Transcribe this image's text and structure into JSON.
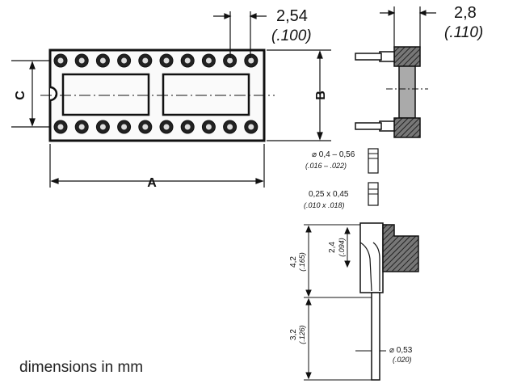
{
  "top_view": {
    "pitch": "2,54",
    "pitch_inch": "(.100)",
    "label_a": "A",
    "label_b": "B",
    "label_c": "C"
  },
  "side_view": {
    "width": "2,8",
    "width_inch": "(.110)"
  },
  "pin_detail": {
    "diameter": "⌀ 0,4 – 0,56",
    "diameter_inch": "(.016 – .022)",
    "section": "0,25 x 0,45",
    "section_inch": "(.010 x .018)",
    "h1": "2,4",
    "h1_inch": "(.094)",
    "h2": "4,2",
    "h2_inch": "(.165)",
    "h3": "3,2",
    "h3_inch": "(.126)",
    "tail_diameter": "⌀ 0,53",
    "tail_diameter_inch": "(.020)"
  },
  "footer": "dimensions in mm"
}
